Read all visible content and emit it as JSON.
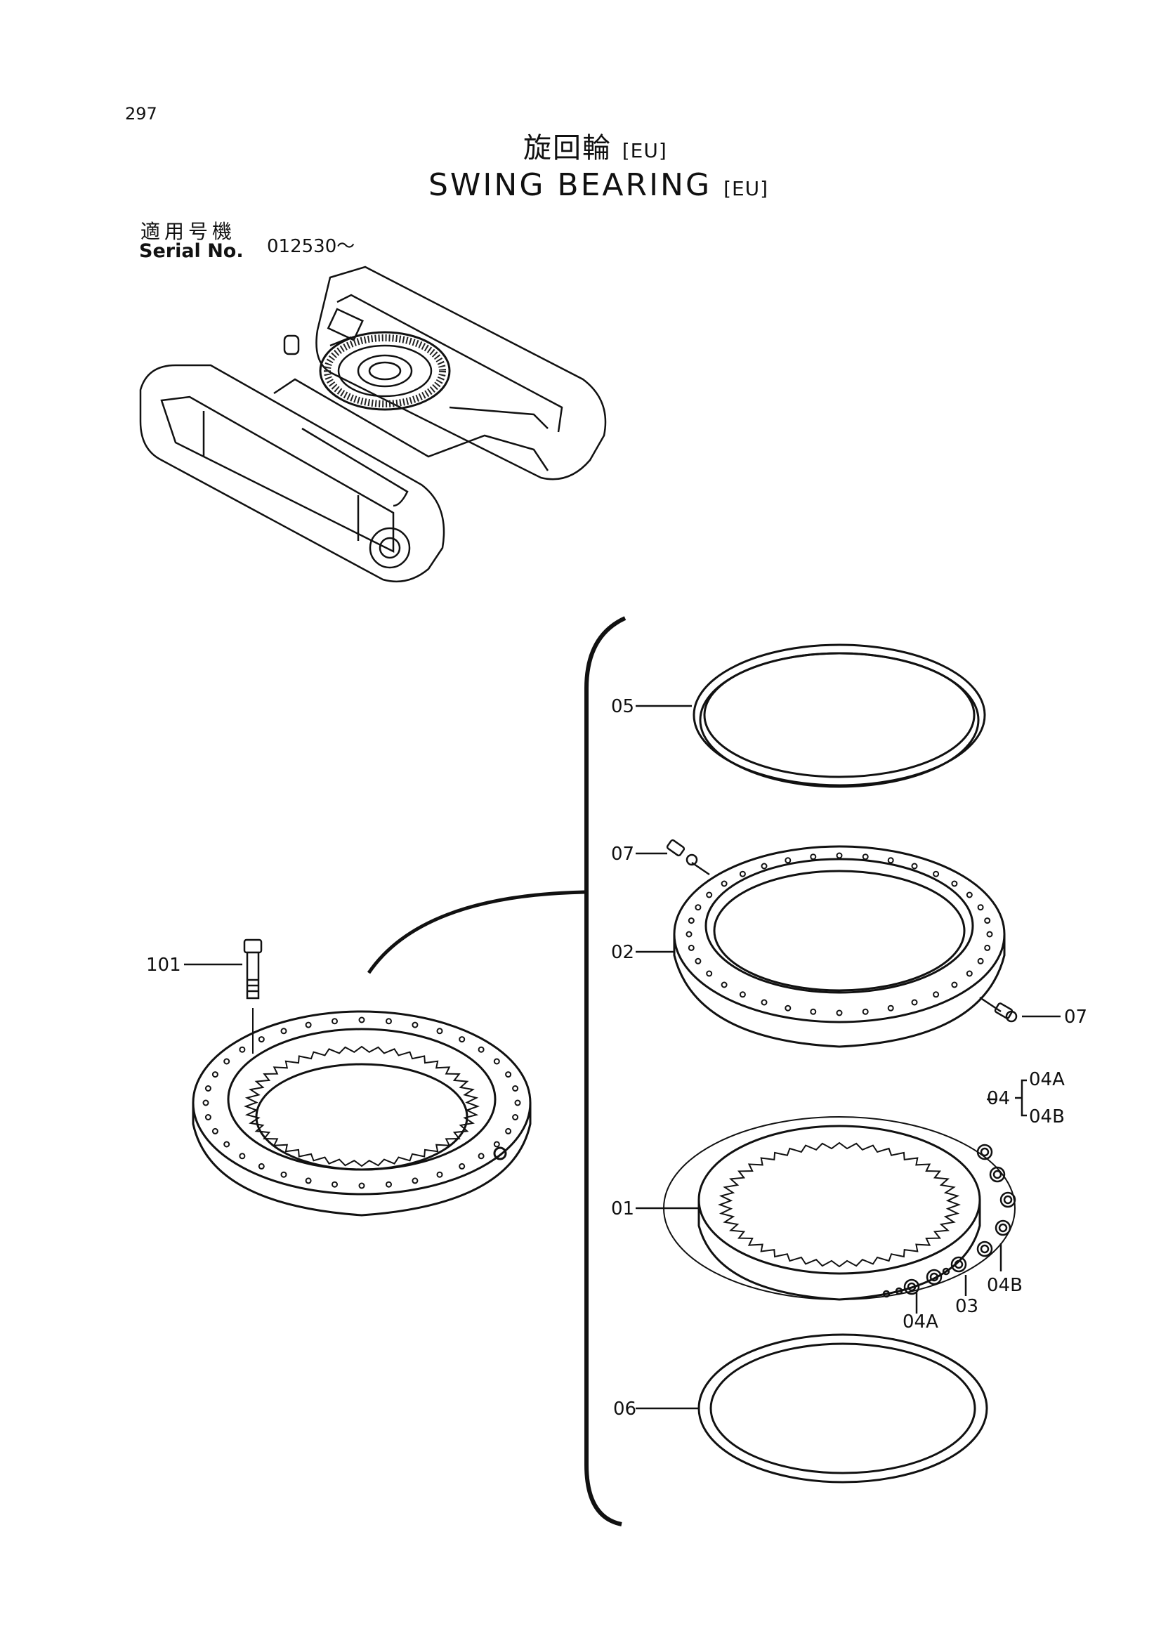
{
  "page": {
    "number": "297"
  },
  "title": {
    "jp": "旋回輪",
    "jp_tag": "[EU]",
    "en": "SWING BEARING",
    "en_tag": "[EU]"
  },
  "serial": {
    "label_jp": "適用号機",
    "label_en": "Serial No.",
    "value": "012530～"
  },
  "callouts": {
    "c05": "05",
    "c07a": "07",
    "c02": "02",
    "c07b": "07",
    "c101": "101",
    "c04": "04",
    "c04A_top": "04A",
    "c04B_top": "04B",
    "c01": "01",
    "c04B": "04B",
    "c03": "03",
    "c04A": "04A",
    "c06": "06"
  },
  "icons": {
    "undercarriage": "undercarriage-illustration",
    "bearing_assembly": "swing-bearing-assembly-illustration",
    "bolt": "bolt-icon",
    "grease_nipple": "grease-nipple-icon"
  }
}
